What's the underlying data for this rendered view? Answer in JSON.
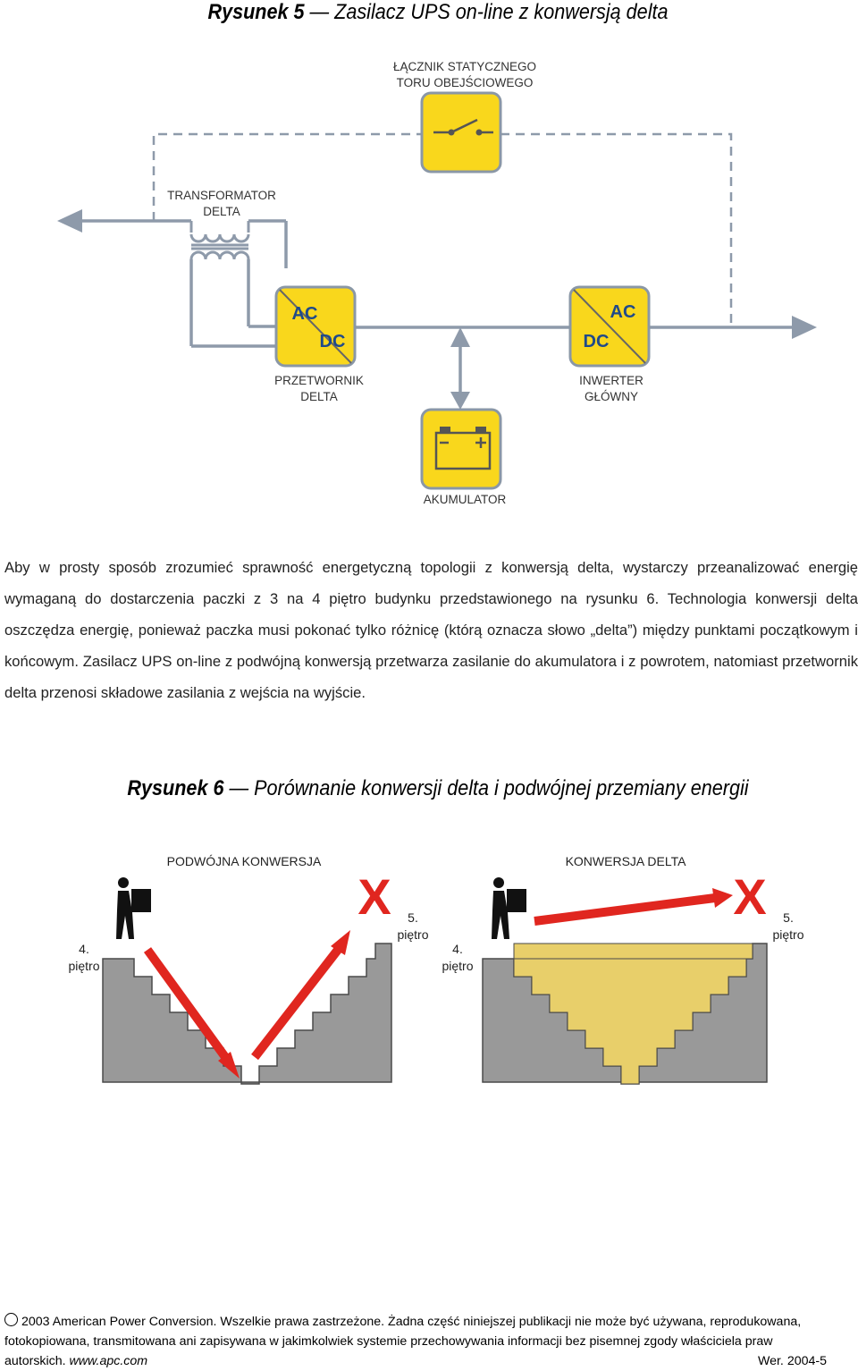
{
  "figure5": {
    "num": "Rysunek 5",
    "dash": "—",
    "title": "Zasilacz UPS on-line z konwersją delta",
    "static_switch": [
      "ŁĄCZNIK STATYCZNEGO",
      "TORU OBEJŚCIOWEGO"
    ],
    "transformer": [
      "TRANSFORMATOR",
      "DELTA"
    ],
    "delta_converter": {
      "label": [
        "PRZETWORNIK",
        "DELTA"
      ],
      "top": "AC",
      "bottom": "DC"
    },
    "main_inverter": {
      "label": [
        "INWERTER",
        "GŁÓWNY"
      ],
      "top": "AC",
      "bottom": "DC"
    },
    "battery": {
      "label": "AKUMULATOR"
    }
  },
  "paragraph": "Aby w prosty sposób zrozumieć sprawność energetyczną topologii z konwersją delta, wystarczy przeanalizować energię wymaganą do dostarczenia paczki z 3 na 4 piętro budynku przedstawionego na rysunku 6. Technologia konwersji delta oszczędza energię, ponieważ paczka musi pokonać tylko różnicę (którą oznacza słowo „delta”) między punktami początkowym i końcowym. Zasilacz UPS on-line z podwójną konwersją przetwarza zasilanie do akumulatora i z powrotem, natomiast przetwornik delta przenosi składowe zasilania z wejścia na wyjście.",
  "figure6": {
    "num": "Rysunek 6",
    "dash": "—",
    "title": "Porównanie konwersji delta i podwójnej przemiany energii",
    "left": {
      "title": "PODWÓJNA KONWERSJA",
      "start": [
        "4.",
        "piętro"
      ],
      "end": [
        "5.",
        "piętro"
      ],
      "mark": "X"
    },
    "right": {
      "title": "KONWERSJA DELTA",
      "start": [
        "4.",
        "piętro"
      ],
      "end": [
        "5.",
        "piętro"
      ],
      "mark": "X"
    }
  },
  "footer": {
    "line1": "2003 American Power Conversion. Wszelkie prawa zastrzeżone. Żadna część niniejszej publikacji nie może być używana, reprodukowana,",
    "line2": "fotokopiowana, transmitowana ani zapisywana w jakimkolwiek systemie przechowywania informacji bez pisemnej zgody właściciela praw",
    "line3": "autorskich. ",
    "url": "www.apc.com",
    "version": "Wer. 2004-5"
  },
  "colors": {
    "box_fill": "#f9d71c",
    "box_border": "#8a97a6",
    "wire": "#8e9aaa",
    "arrow": "#e0261f",
    "stairs": "#999999",
    "delta_fill": "#e8cf6a"
  }
}
